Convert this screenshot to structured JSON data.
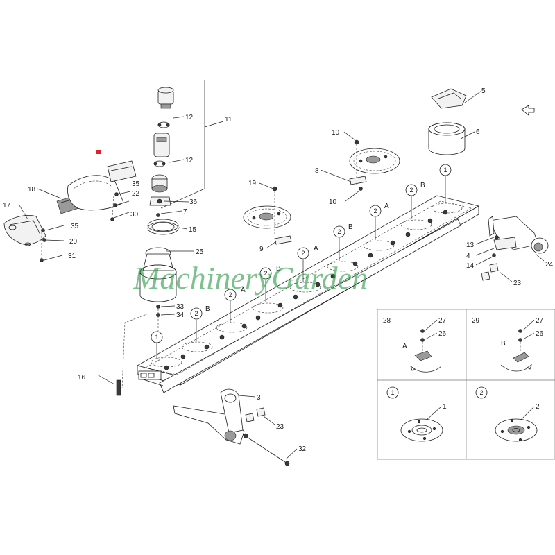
{
  "watermark": "MachineryGarden",
  "colors": {
    "line": "#1a1a1a",
    "watermark": "#2e9e4a",
    "marker": "#e0202a"
  },
  "callouts": {
    "c1": "1",
    "c2": "2",
    "c3": "3",
    "c4": "4",
    "c5": "5",
    "c6": "6",
    "c7": "7",
    "c8": "8",
    "c9": "9",
    "c10a": "10",
    "c10b": "10",
    "c11": "11",
    "c12a": "12",
    "c12b": "12",
    "c13": "13",
    "c14": "14",
    "c15": "15",
    "c16": "16",
    "c17": "17",
    "c18": "18",
    "c19": "19",
    "c20": "20",
    "c22": "22",
    "c23a": "23",
    "c23b": "23",
    "c24": "24",
    "c25": "25",
    "c26a": "26",
    "c26b": "26",
    "c27a": "27",
    "c27b": "27",
    "c28": "28",
    "c29": "29",
    "c30": "30",
    "c31": "31",
    "c32": "32",
    "c33": "33",
    "c34": "34",
    "c35a": "35",
    "c35b": "35",
    "c36": "36",
    "inset1": "1",
    "inset2": "2"
  },
  "bar_markers": {
    "m1": "1",
    "m2": "2",
    "m3": "2",
    "m4": "2",
    "m5": "2",
    "m6": "2",
    "m7": "2",
    "m8": "2",
    "m9": "1"
  },
  "letters": {
    "b1": "B",
    "a1": "A",
    "b2": "B",
    "a2": "A",
    "b3": "B",
    "a3": "A",
    "b4": "B",
    "ia": "A",
    "ib": "B"
  }
}
